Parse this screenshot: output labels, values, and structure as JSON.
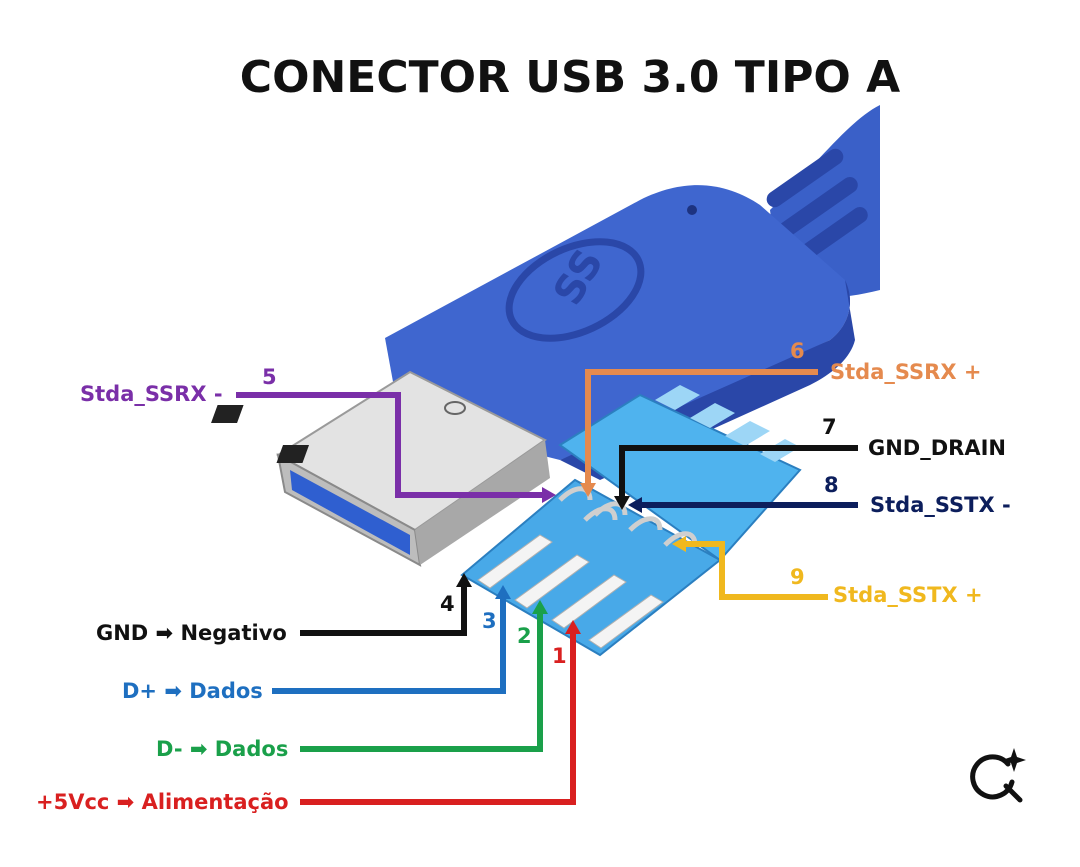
{
  "title": "CONECTOR USB 3.0 TIPO A",
  "colors": {
    "connector_blue": "#3f66cf",
    "connector_dark": "#2a47a8",
    "metal": "#d9d9d9",
    "pin5": "#7a2fa8",
    "pin6": "#e58a4e",
    "pin7": "#111111",
    "pin8": "#0c1e5c",
    "pin9": "#f0b81e",
    "pin4": "#111111",
    "pin3": "#1e6fc0",
    "pin2": "#1aa04a",
    "pin1": "#d92020"
  },
  "pins": [
    {
      "id": "5",
      "number": "5",
      "label": "Stda_SSRX -"
    },
    {
      "id": "6",
      "number": "6",
      "label": "Stda_SSRX +"
    },
    {
      "id": "7",
      "number": "7",
      "label": "GND_DRAIN"
    },
    {
      "id": "8",
      "number": "8",
      "label": "Stda_SSTX -"
    },
    {
      "id": "9",
      "number": "9",
      "label": "Stda_SSTX +"
    },
    {
      "id": "4",
      "number": "4",
      "label": "GND ➡ Negativo"
    },
    {
      "id": "3",
      "number": "3",
      "label": "D+ ➡ Dados"
    },
    {
      "id": "2",
      "number": "2",
      "label": "D- ➡ Dados"
    },
    {
      "id": "1",
      "number": "1",
      "label": "+5Vcc ➡ Alimentação"
    }
  ],
  "lens_icon": "visual-search-sparkle-icon"
}
